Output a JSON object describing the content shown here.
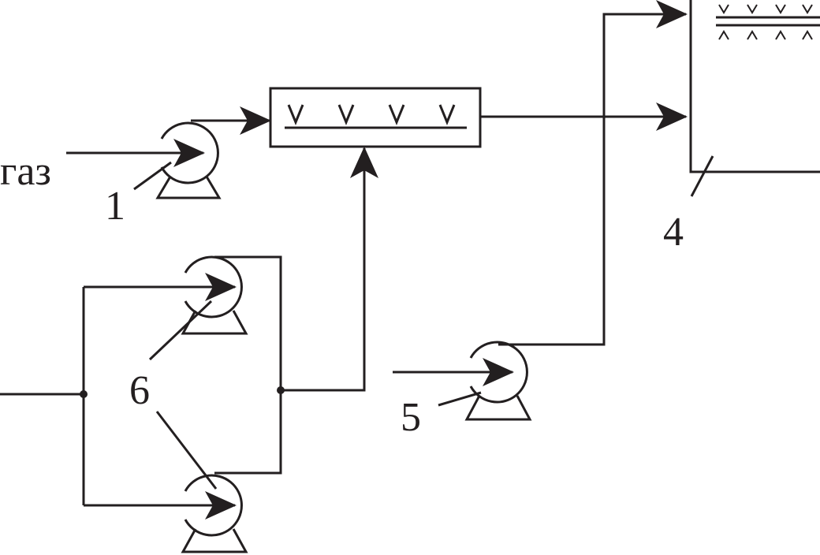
{
  "labels": {
    "gas": "газ",
    "pump1": "1",
    "tank4": "4",
    "pump5": "5",
    "pumps6": "6"
  },
  "colors": {
    "line": "#231f20",
    "background": "#ffffff"
  }
}
